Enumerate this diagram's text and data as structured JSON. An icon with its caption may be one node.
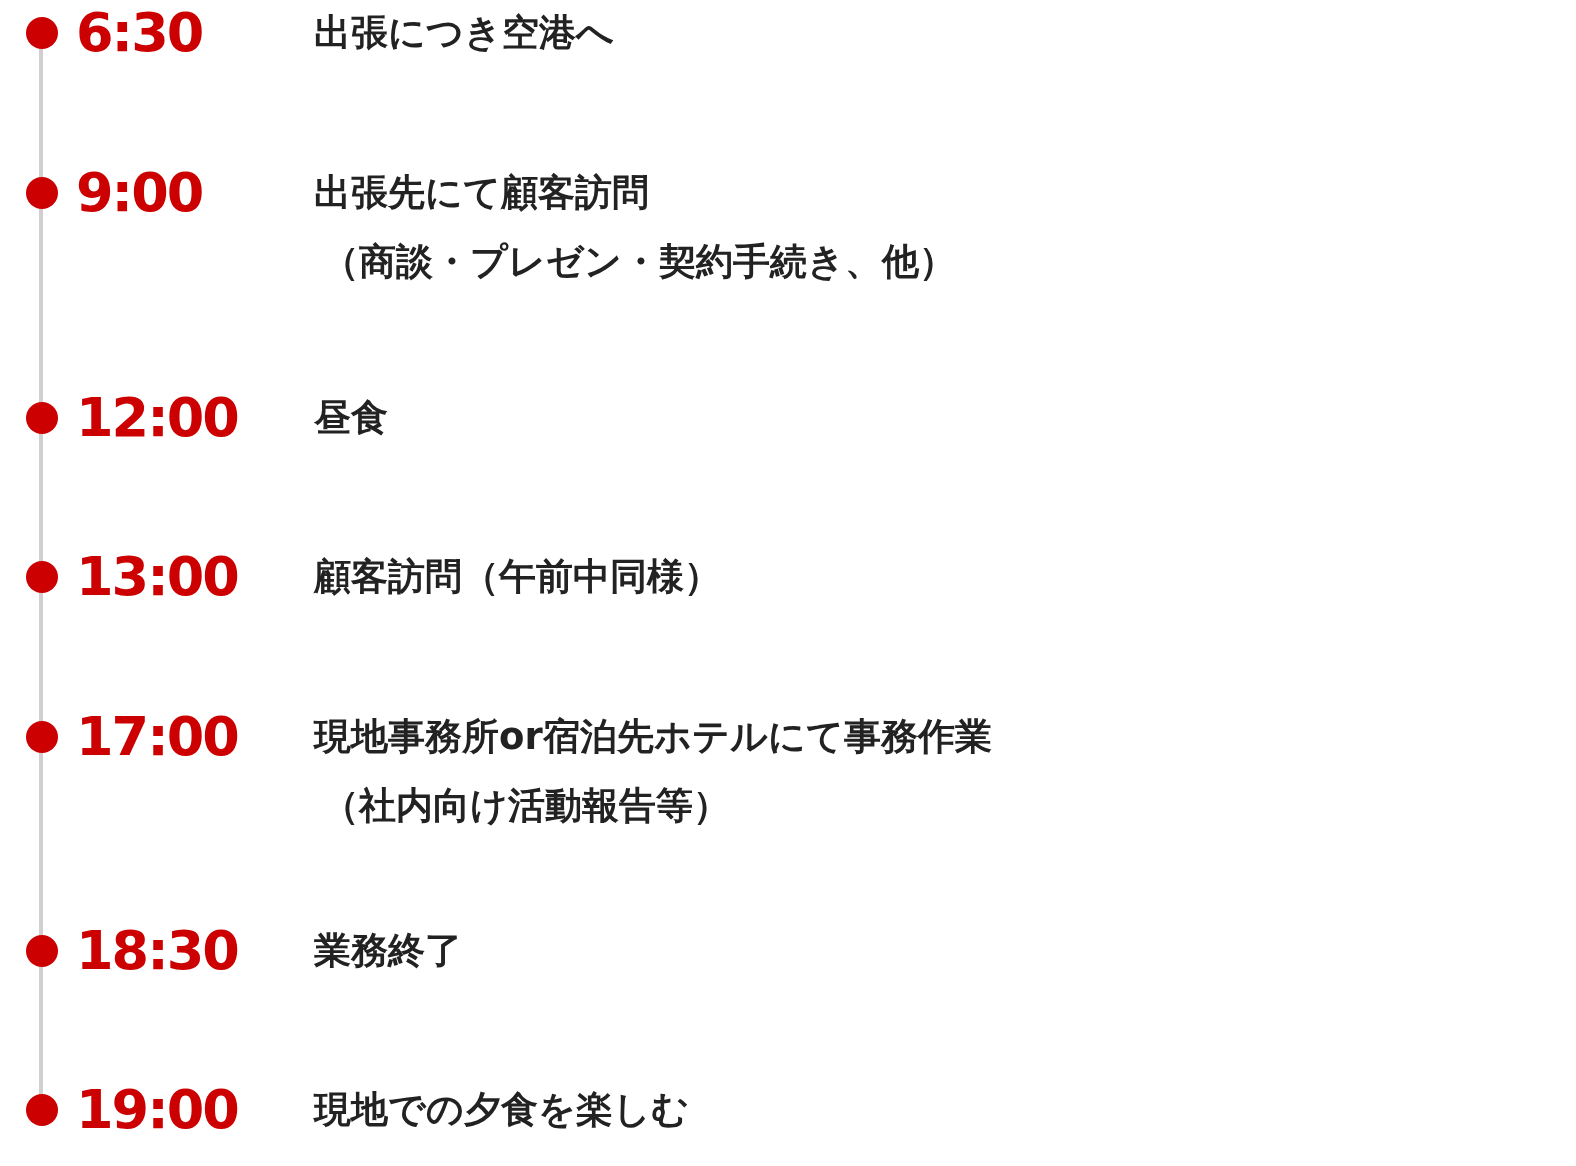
{
  "diagram": {
    "labels": [
      "6:30",
      "出張につき空港へ",
      "9:00",
      "出張先にて顧客訪問",
      "（商談・プレゼン・契約手続き、他）",
      "12:00",
      "昼食",
      "13:00",
      "顧客訪問（午前中同様）",
      "17:00",
      "現地事務所or宿泊先ホテルにて事務作業",
      "（社内向け活動報告等）",
      "18:30",
      "業務終了",
      "19:00",
      "現地での夕食を楽しむ"
    ]
  }
}
